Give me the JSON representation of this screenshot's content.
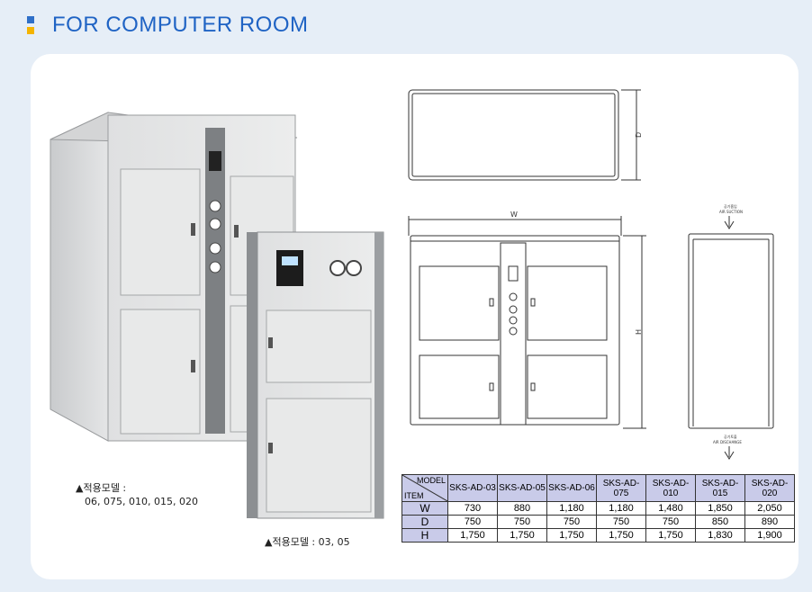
{
  "header": {
    "title": "FOR COMPUTER ROOM"
  },
  "captions": {
    "large_unit_line1": "▲적용모델 :",
    "large_unit_line2": "06, 075, 010, 015, 020",
    "small_unit": "▲적용모델 : 03, 05"
  },
  "drawing_labels": {
    "depth": "D",
    "width": "W",
    "height": "H",
    "air_suction_ko": "공기흡입",
    "air_suction_en": "AIR SUCTION",
    "air_discharge_ko": "공기토출",
    "air_discharge_en": "AIR DISCHANGE"
  },
  "spec_table": {
    "header_model": "MODEL",
    "header_item": "ITEM",
    "models": [
      "SKS-AD-03",
      "SKS-AD-05",
      "SKS-AD-06",
      "SKS-AD-075",
      "SKS-AD-010",
      "SKS-AD-015",
      "SKS-AD-020"
    ],
    "rows": [
      {
        "item": "W",
        "values": [
          "730",
          "880",
          "1,180",
          "1,180",
          "1,480",
          "1,850",
          "2,050"
        ]
      },
      {
        "item": "D",
        "values": [
          "750",
          "750",
          "750",
          "750",
          "750",
          "850",
          "890"
        ]
      },
      {
        "item": "H",
        "values": [
          "1,750",
          "1,750",
          "1,750",
          "1,750",
          "1,750",
          "1,830",
          "1,900"
        ]
      }
    ]
  },
  "colors": {
    "title": "#1f63c4",
    "accent_blue": "#2f6fc8",
    "accent_yellow": "#f4b400",
    "table_header": "#c9cbe9"
  }
}
